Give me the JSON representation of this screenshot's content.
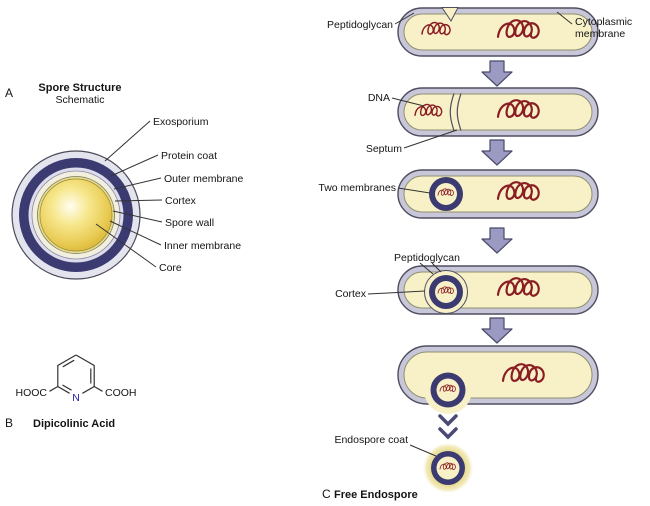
{
  "colors": {
    "cell_envelope": "#c7c7d9",
    "cytoplasm": "#f8f1c8",
    "dna": "#8b1e24",
    "spore_coat": "#3b3b72",
    "arrow": "#9a9ac2",
    "core_gold": "#d2ad2d"
  },
  "panel_a": {
    "letter": "A",
    "title": "Spore Structure",
    "subtitle": "Schematic",
    "labels": [
      "Exosporium",
      "Protein coat",
      "Outer membrane",
      "Cortex",
      "Spore wall",
      "Inner membrane",
      "Core"
    ]
  },
  "panel_b": {
    "letter": "B",
    "caption": "Dipicolinic Acid",
    "left_substituent": "HOOC",
    "right_substituent": "COOH",
    "heteroatom": "N"
  },
  "panel_c": {
    "letter": "C",
    "caption": "Free Endospore",
    "stage1": {
      "label_left": "Peptidoglycan",
      "label_right_line1": "Cytoplasmic",
      "label_right_line2": "membrane"
    },
    "stage2": {
      "label_dna": "DNA",
      "label_septum": "Septum"
    },
    "stage3": {
      "label": "Two membranes"
    },
    "stage4": {
      "label_top": "Peptidoglycan",
      "label_left": "Cortex"
    },
    "free_endospore": {
      "label": "Endospore coat"
    }
  }
}
